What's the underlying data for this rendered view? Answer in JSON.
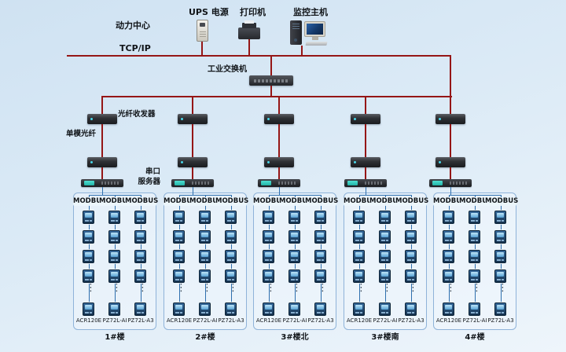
{
  "diagram": {
    "power_center_label": "动力中心",
    "ups_label": "UPS 电源",
    "printer_label": "打印机",
    "host_label": "监控主机",
    "tcpip_label": "TCP/IP",
    "switch_label": "工业交换机",
    "fiber_transceiver_label": "光纤收发器",
    "single_mode_fiber_label": "单模光纤",
    "serial_server_label_line1": "串口",
    "serial_server_label_line2": "服务器"
  },
  "group_common": {
    "modbus_label": "MODBUS",
    "ellipsis": "⋮",
    "meter_models": [
      "ACR120E",
      "PZ72L-AI",
      "PZ72L-A3"
    ],
    "columns_per_group": 3,
    "visible_meter_rows_per_column": 5
  },
  "groups": [
    {
      "building": "1#楼"
    },
    {
      "building": "2#楼"
    },
    {
      "building": "3#楼北"
    },
    {
      "building": "3#楼南"
    },
    {
      "building": "4#楼"
    }
  ],
  "colors": {
    "network_line": "#951616",
    "modbus_line": "#2e6fae",
    "box_border": "#8fb3d9",
    "background_top": "#cfe2f2",
    "background_bottom": "#eef5fb"
  }
}
